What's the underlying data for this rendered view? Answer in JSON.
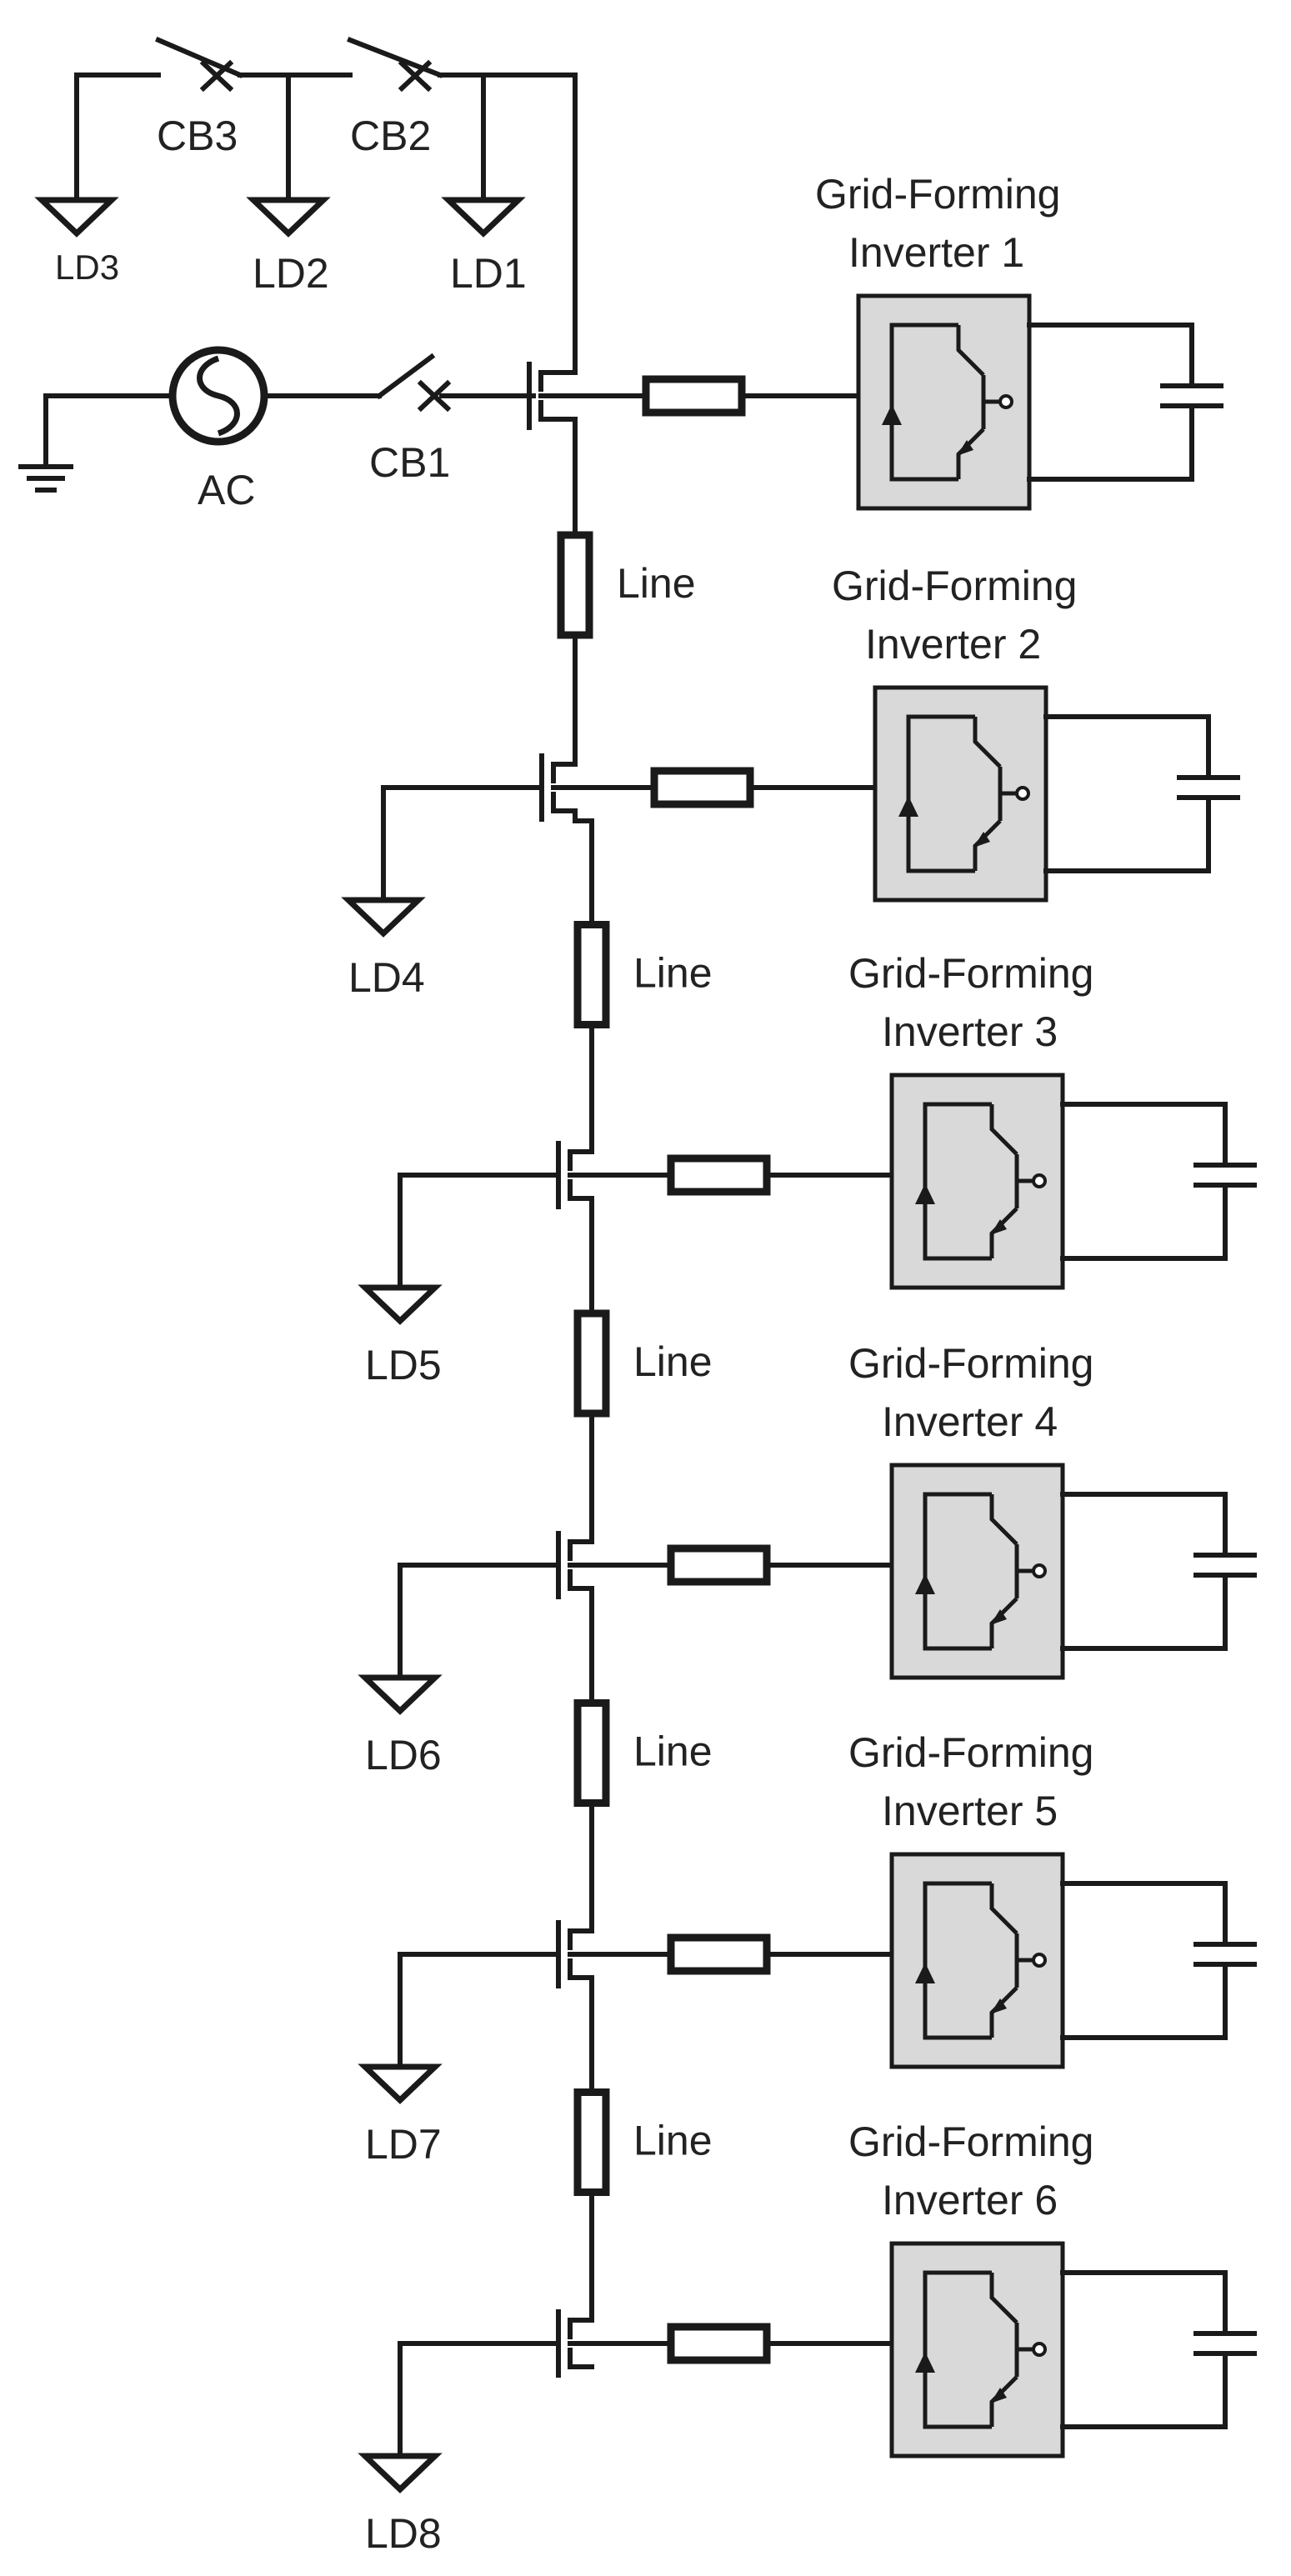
{
  "breakers": [
    {
      "id": "cb1",
      "label": "CB1"
    },
    {
      "id": "cb2",
      "label": "CB2"
    },
    {
      "id": "cb3",
      "label": "CB3"
    }
  ],
  "source": {
    "label": "AC"
  },
  "loads": [
    {
      "id": "ld1",
      "label": "LD1"
    },
    {
      "id": "ld2",
      "label": "LD2"
    },
    {
      "id": "ld3",
      "label": "LD3"
    },
    {
      "id": "ld4",
      "label": "LD4"
    },
    {
      "id": "ld5",
      "label": "LD5"
    },
    {
      "id": "ld6",
      "label": "LD6"
    },
    {
      "id": "ld7",
      "label": "LD7"
    },
    {
      "id": "ld8",
      "label": "LD8"
    }
  ],
  "lines": [
    {
      "label": "Line"
    },
    {
      "label": "Line"
    },
    {
      "label": "Line"
    },
    {
      "label": "Line"
    },
    {
      "label": "Line"
    }
  ],
  "inverters": [
    {
      "title": "Grid-Forming",
      "name": "Inverter 1"
    },
    {
      "title": "Grid-Forming",
      "name": "Inverter 2"
    },
    {
      "title": "Grid-Forming",
      "name": "Inverter 3"
    },
    {
      "title": "Grid-Forming",
      "name": "Inverter 4"
    },
    {
      "title": "Grid-Forming",
      "name": "Inverter 5"
    },
    {
      "title": "Grid-Forming",
      "name": "Inverter 6"
    }
  ]
}
